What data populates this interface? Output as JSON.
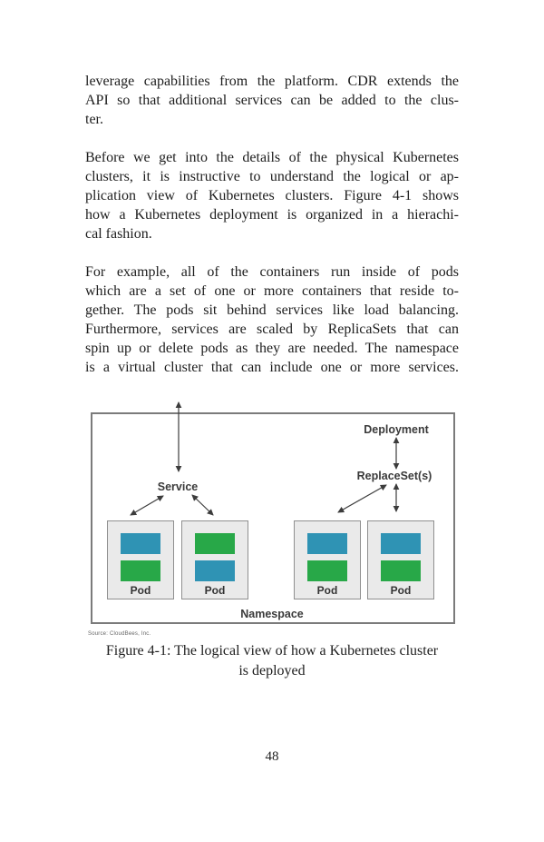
{
  "page": {
    "number": "48"
  },
  "body": {
    "paragraphs": [
      {
        "lines": [
          "leverage capabilities from the platform. CDR extends the",
          "API so that additional services can be added to the clus-",
          "ter."
        ]
      },
      {
        "lines": [
          "Before we get into the details of the physical Kubernetes",
          "clusters, it is instructive to understand the logical or ap-",
          "plication view of Kubernetes clusters. Figure 4-1 shows",
          "how a Kubernetes deployment is organized in a hierachi-",
          "cal fashion."
        ]
      },
      {
        "lines": [
          "For example, all of the containers run inside of pods",
          "which are a set of one or more containers that reside to-",
          "gether. The pods sit behind services like load balancing.",
          "Furthermore, services are scaled by ReplicaSets that can",
          "spin up or delete pods as they are needed. The namespace",
          "is a virtual cluster that can include one or more services."
        ]
      }
    ]
  },
  "figure": {
    "labels": {
      "service": "Service",
      "deployment": "Deployment",
      "replaceset": "ReplaceSet(s)",
      "namespace": "Namespace"
    },
    "colors": {
      "blue": "#2F93B4",
      "green": "#28A848"
    },
    "pods": [
      {
        "label": "Pod",
        "container_colors": [
          "#2F93B4",
          "#28A848"
        ]
      },
      {
        "label": "Pod",
        "container_colors": [
          "#28A848",
          "#2F93B4"
        ]
      },
      {
        "label": "Pod",
        "container_colors": [
          "#2F93B4",
          "#28A848"
        ]
      },
      {
        "label": "Pod",
        "container_colors": [
          "#2F93B4",
          "#28A848"
        ]
      }
    ],
    "source": "Source: CloudBees, Inc.",
    "caption": {
      "line1": "Figure 4-1: The logical view of how a Kubernetes cluster",
      "line2": "is deployed"
    }
  }
}
